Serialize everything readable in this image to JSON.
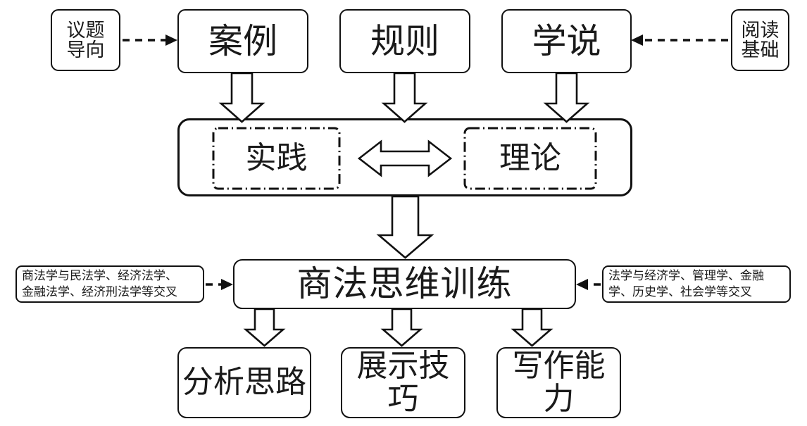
{
  "diagram": {
    "title_text": "商法思维训练",
    "inputs": {
      "issue_oriented": "议题\n导向",
      "reading_basis": "阅读\n基础"
    },
    "sources": {
      "case": "案例",
      "rule": "规则",
      "doctrine": "学说"
    },
    "band": {
      "practice": "实践",
      "theory": "理论",
      "relation_icon": "double-headed-arrow"
    },
    "notes": {
      "left": "商法学与民法学、经济法学、\n金融法学、经济刑法学等交叉",
      "right": "法学与经济学、管理学、金融\n学、历史学、社会学等交叉"
    },
    "outputs": {
      "analysis": "分析思路",
      "presentation": "展示技巧",
      "writing": "写作能力"
    },
    "colors": {
      "stroke": "#111111",
      "background": "#ffffff",
      "text": "#1a1a1a"
    }
  }
}
